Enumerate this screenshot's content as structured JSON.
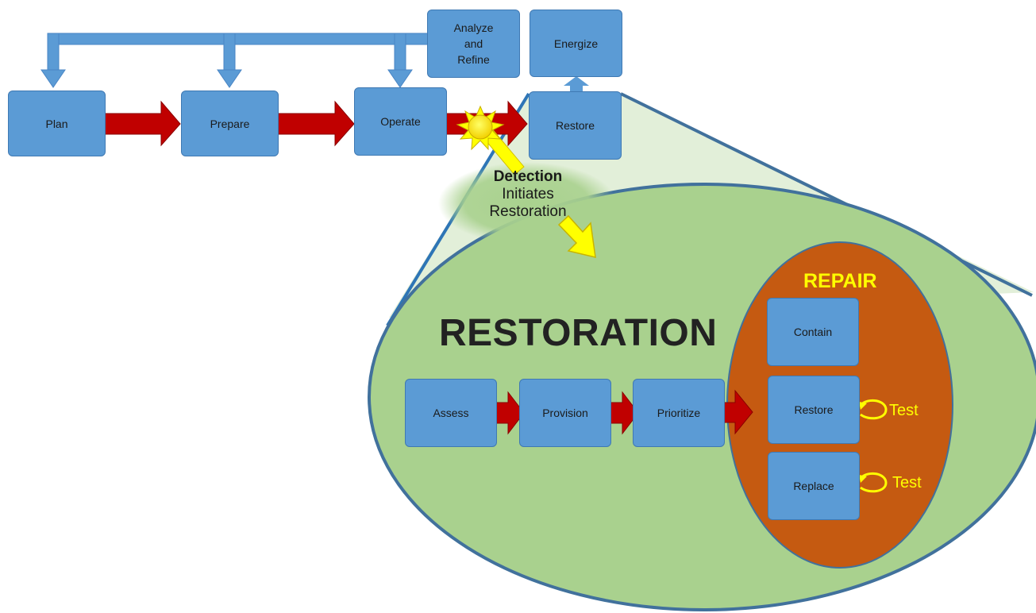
{
  "top_flow": {
    "plan": "Plan",
    "prepare": "Prepare",
    "operate": "Operate",
    "restore": "Restore",
    "analyze": "Analyze\nand\nRefine",
    "energize": "Energize"
  },
  "detection": {
    "bold": "Detection",
    "line1": "Initiates",
    "line2": "Restoration"
  },
  "restoration": {
    "title": "RESTORATION",
    "steps": [
      "Assess",
      "Provision",
      "Prioritize"
    ]
  },
  "repair": {
    "title": "REPAIR",
    "contain": "Contain",
    "restore": "Restore",
    "replace": "Replace",
    "test_label": "Test"
  },
  "colors": {
    "box_fill": "#5b9bd5",
    "red_arrow": "#c00000",
    "green_ellipse": "#a9d18e",
    "orange_ellipse": "#c55a11",
    "yellow": "#ffff00"
  }
}
